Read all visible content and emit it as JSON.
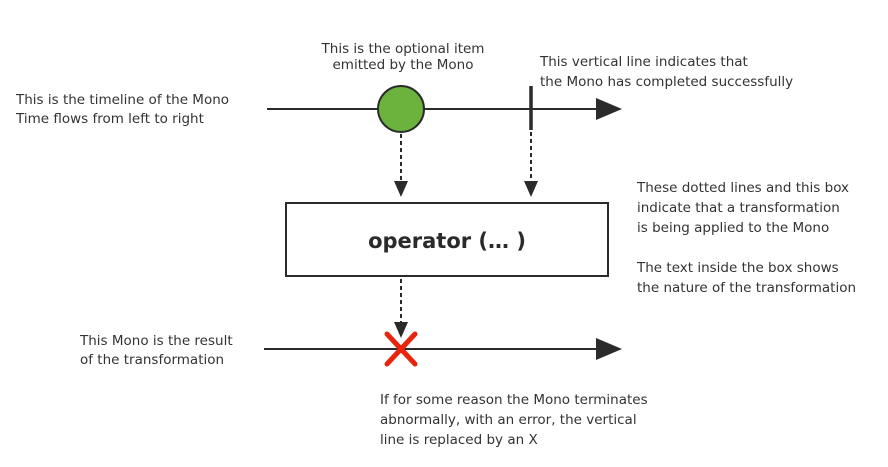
{
  "colors": {
    "line": "#2b2b2b",
    "item": "#6cb33e",
    "error": "#e8250c",
    "text": "#333333"
  },
  "annotations": {
    "item": [
      "This is the optional item",
      "emitted by the Mono"
    ],
    "completion": [
      "This vertical line indicates that",
      "the Mono has completed successfully"
    ],
    "timeline": [
      "This is the timeline of the Mono",
      "Time flows from left to right"
    ],
    "transformation": [
      "These dotted lines and this box",
      "indicate that a transformation",
      "is being applied to the Mono"
    ],
    "box_text": [
      "The text inside the box shows",
      "the nature of the transformation"
    ],
    "result": [
      "This Mono is the result",
      "of the transformation"
    ],
    "error": [
      "If for some reason the Mono terminates",
      "abnormally, with an error, the vertical",
      "line is replaced by an X"
    ]
  },
  "operator": {
    "label": "operator (… )"
  }
}
